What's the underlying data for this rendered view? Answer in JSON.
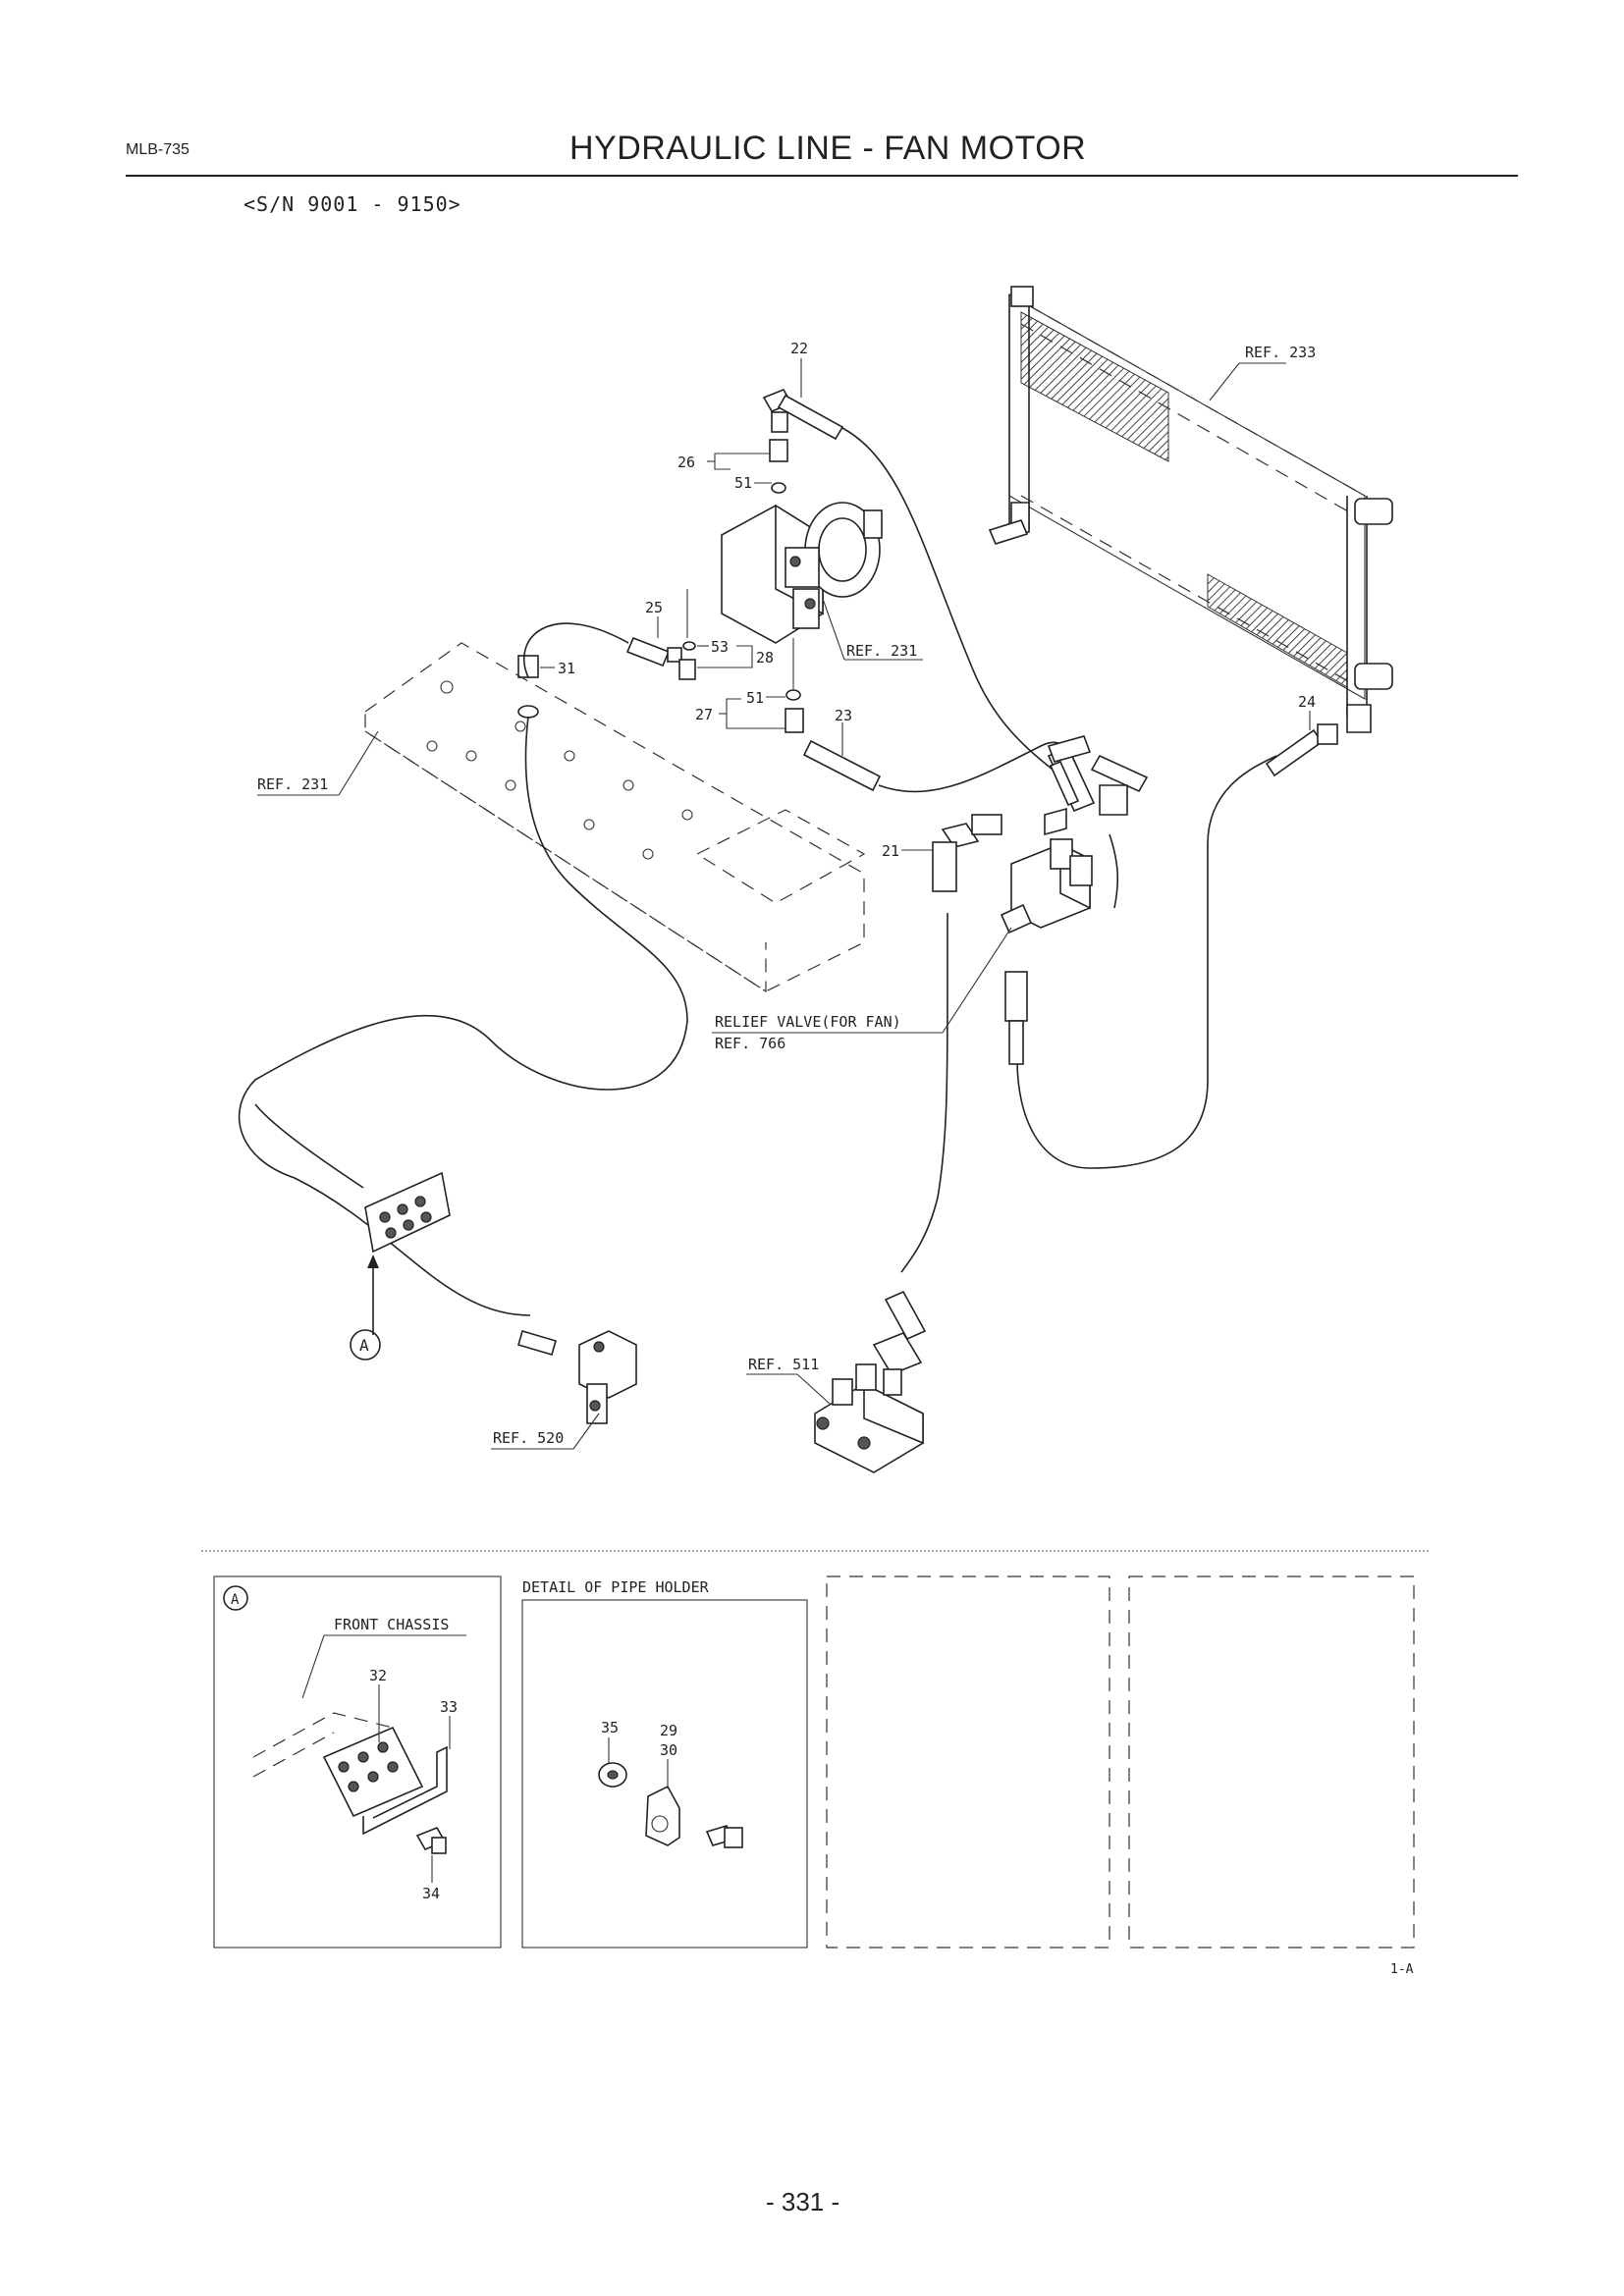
{
  "header": {
    "doc_code": "MLB-735",
    "title": "HYDRAULIC LINE - FAN MOTOR",
    "serial_range": "<S/N 9001 - 9150>"
  },
  "callouts": {
    "p21": "21",
    "p22": "22",
    "p23": "23",
    "p24": "24",
    "p25": "25",
    "p26": "26",
    "p27": "27",
    "p28": "28",
    "p29": "29",
    "p30": "30",
    "p31": "31",
    "p32": "32",
    "p33": "33",
    "p34": "34",
    "p35": "35",
    "p51a": "51",
    "p51b": "51",
    "p53": "53"
  },
  "references": {
    "ref233": "REF. 233",
    "ref231_motor": "REF. 231",
    "ref231_chassis": "REF. 231",
    "ref766": "REF. 766",
    "ref511": "REF. 511",
    "ref520": "REF. 520"
  },
  "notes": {
    "relief_valve": "RELIEF VALVE(FOR FAN)",
    "view_marker": "A",
    "front_chassis": "FRONT CHASSIS",
    "detail_pipe_holder": "DETAIL OF PIPE HOLDER",
    "figure_id": "1-A"
  },
  "footer": {
    "page_number": "- 331 -"
  }
}
